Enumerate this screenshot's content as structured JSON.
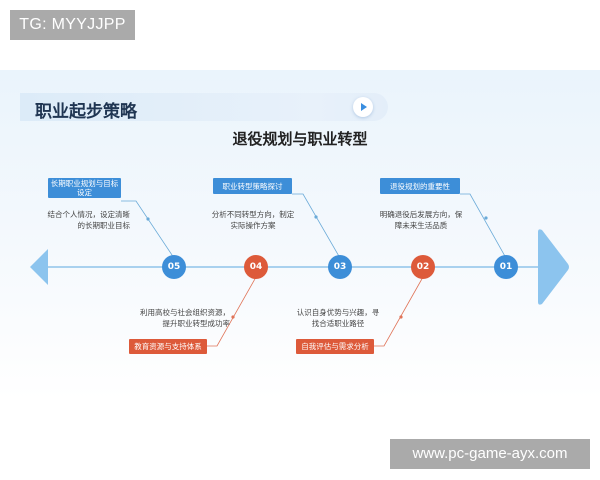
{
  "tag": "TG: MYYJJPP",
  "watermark": "www.pc-game-ayx.com",
  "header": {
    "section_title": "职业起步策略",
    "main_title": "退役规划与职业转型"
  },
  "icons": {
    "play": "play-icon",
    "arrow_left": "arrow-left-icon",
    "arrow_right": "arrow-right-icon"
  },
  "colors": {
    "blue": "#3d8ed8",
    "red": "#dd5a3a",
    "line": "#8fc3ea"
  },
  "nodes": [
    {
      "num": "05",
      "color": "blue"
    },
    {
      "num": "04",
      "color": "red"
    },
    {
      "num": "03",
      "color": "blue"
    },
    {
      "num": "02",
      "color": "red"
    },
    {
      "num": "01",
      "color": "blue"
    }
  ],
  "top_items": [
    {
      "label": "长期职业规划与目标设定",
      "desc1": "结合个人情况，设定清晰",
      "desc2": "的长期职业目标"
    },
    {
      "label": "职业转型策略探讨",
      "desc1": "分析不同转型方向，制定",
      "desc2": "实际操作方案"
    },
    {
      "label": "退役规划的重要性",
      "desc1": "明确退役后发展方向，保",
      "desc2": "障未来生活品质"
    }
  ],
  "bottom_items": [
    {
      "label": "教育资源与支持体系",
      "desc1": "利用高校与社会组织资源，",
      "desc2": "提升职业转型成功率"
    },
    {
      "label": "自我评估与需求分析",
      "desc1": "认识自身优势与兴趣，寻",
      "desc2": "找合适职业路径"
    }
  ]
}
